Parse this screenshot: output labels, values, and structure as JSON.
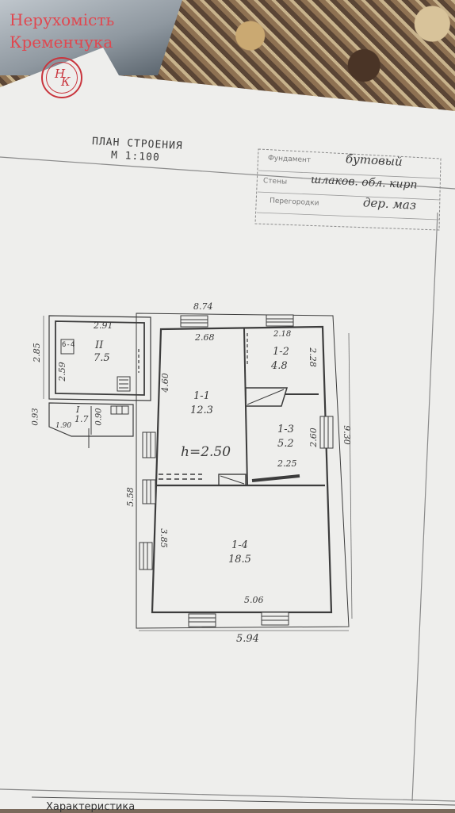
{
  "watermark": {
    "line1": "Нерухомість",
    "line2": "Кременчука",
    "logo_letters": [
      "Н",
      "К"
    ]
  },
  "header": {
    "title_line1": "ПЛАН  СТРОЕНИЯ",
    "title_line2": "М   1:100"
  },
  "stamp": {
    "rows": [
      {
        "label": "Фундамент",
        "value": "бутовый"
      },
      {
        "label": "Стены",
        "value": "шлаков. обл. кирп"
      },
      {
        "label": "Перегородки",
        "value": "дер. маз"
      }
    ]
  },
  "dimensions": {
    "top_total": "8.74",
    "annex_width": "2.91",
    "annex_height": "2.85",
    "annex_inner_height": "2.59",
    "room_1_1_top": "2.68",
    "room_1_2_top": "2.18",
    "room_1_2_height": "2.28",
    "room_1_1_left": "4.60",
    "room_1_3_height": "2.60",
    "right_total": "9.30",
    "room_1_3_bottom": "2.25",
    "left_side": "5.58",
    "room_1_4_height": "3.85",
    "room_1_4_bottom": "5.06",
    "bottom_total": "5.94",
    "porch_height": "0.93",
    "porch_width": "1.90",
    "porch_depth": "0.90"
  },
  "rooms": [
    {
      "id": "II",
      "area": "7.5"
    },
    {
      "id": "I",
      "area": "1.7"
    },
    {
      "id": "1-1",
      "area": "12.3"
    },
    {
      "id": "1-2",
      "area": "4.8"
    },
    {
      "id": "1-3",
      "area": "5.2"
    },
    {
      "id": "1-4",
      "area": "18.5"
    }
  ],
  "ceiling_height": "h=2.50",
  "annex_symbols": [
    "6-4"
  ],
  "footer": {
    "text": "Характеристика"
  }
}
